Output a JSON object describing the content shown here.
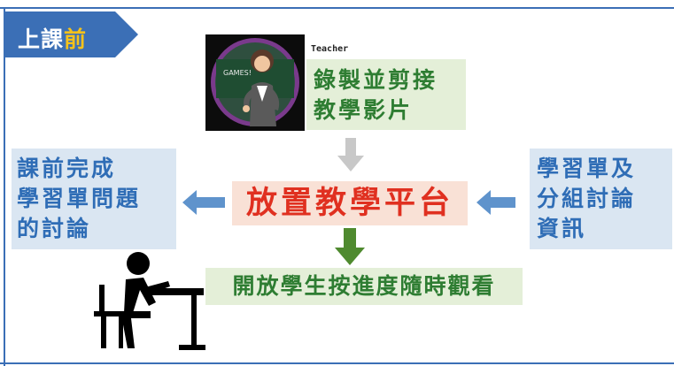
{
  "banner": {
    "prefix": "上課",
    "highlight": "前"
  },
  "teacher": {
    "label": "Teacher",
    "board_text": "GAMES!"
  },
  "record_box": {
    "lines": [
      "錄製並剪接",
      "教學影片"
    ]
  },
  "left_box": {
    "lines": [
      "課前完成",
      "學習單問題",
      "的討論"
    ]
  },
  "right_box": {
    "lines": [
      "學習單及",
      "分組討論",
      "資訊"
    ]
  },
  "center_box": {
    "text": "放置教學平台"
  },
  "bottom_box": {
    "text": "開放學生按進度隨時觀看"
  },
  "colors": {
    "frame": "#3b6fb6",
    "green_text": "#2e7d32",
    "green_box": "#e4efd8",
    "blue_text": "#2f6db6",
    "blue_box": "#dae6f2",
    "red_text": "#e03020",
    "peach_box": "#f9e1d6",
    "arrow_gray": "#c8c8c8",
    "arrow_blue": "#5f93cc",
    "arrow_green": "#4f8a2f"
  }
}
